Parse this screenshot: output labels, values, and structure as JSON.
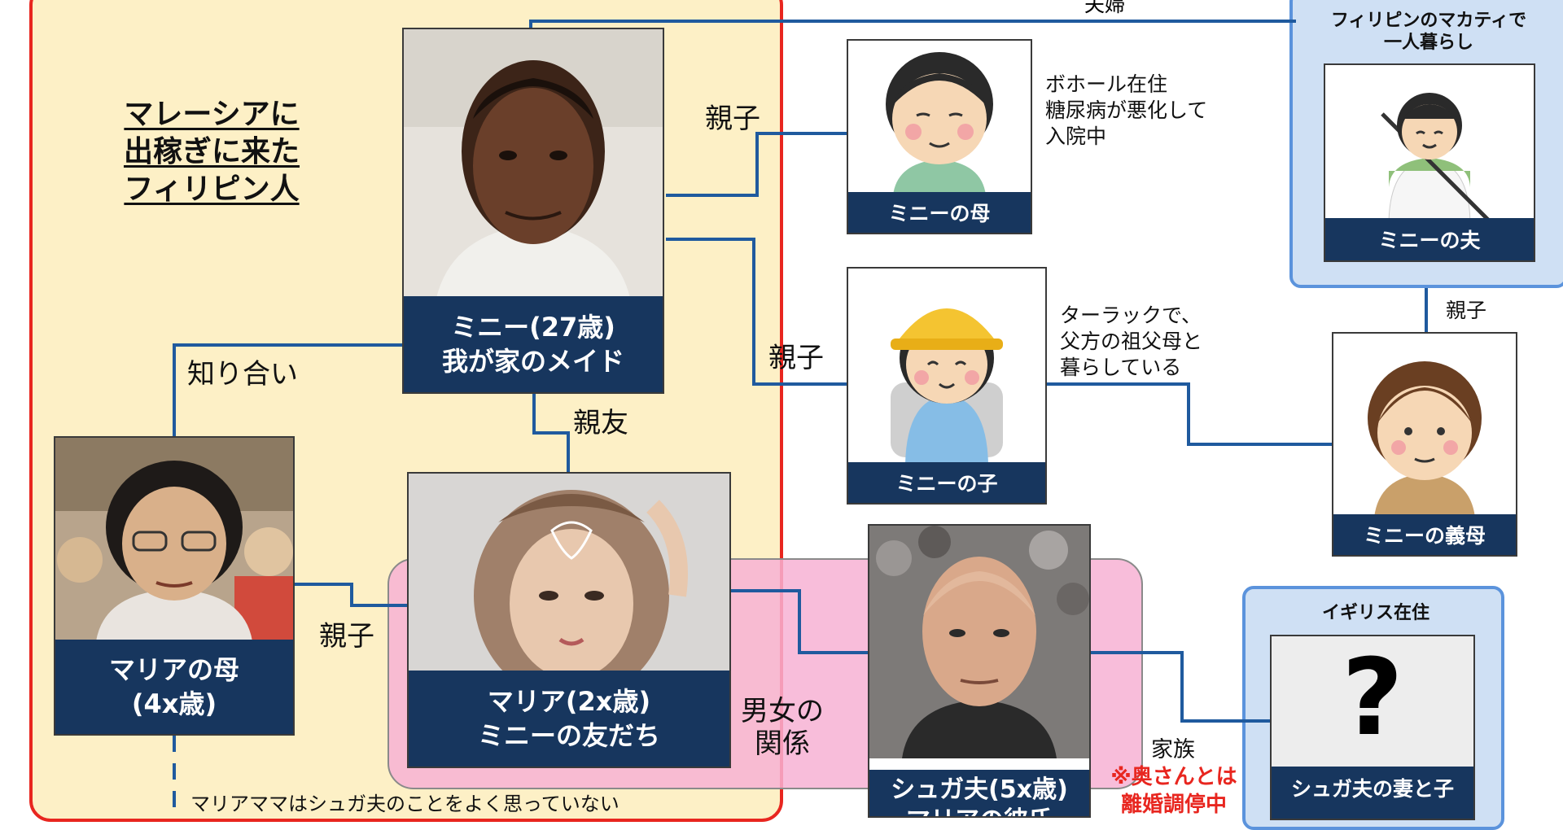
{
  "title": {
    "line1": "マレーシアに",
    "line2": "出稼ぎに来た",
    "line3": "フィリピン人"
  },
  "regions": {
    "philippines_header": {
      "line1": "フィリピンのマカティで",
      "line2": "一人暮らし"
    },
    "uk_header": "イギリス在住"
  },
  "people": {
    "minnie": {
      "line1": "ミニー(27歳)",
      "line2": "我が家のメイド"
    },
    "minnie_mother": {
      "line1": "ミニーの母"
    },
    "minnie_child": {
      "line1": "ミニーの子"
    },
    "minnie_husband": {
      "line1": "ミニーの夫"
    },
    "minnie_mother_in_law": {
      "line1": "ミニーの義母"
    },
    "maria_mother": {
      "line1": "マリアの母",
      "line2": "(4x歳)"
    },
    "maria": {
      "line1": "マリア(2x歳)",
      "line2": "ミニーの友だち"
    },
    "sugar": {
      "line1": "シュガ夫(5x歳)",
      "line2": "マリアの彼氏"
    },
    "sugar_family": {
      "line1": "シュガ夫の妻と子",
      "symbol": "?"
    }
  },
  "relations": {
    "spouse": "夫婦",
    "parent_child_mother": "親子",
    "parent_child_child": "親子",
    "parent_child_husband": "親子",
    "acquaintance": "知り合い",
    "best_friend": "親友",
    "parent_child_maria": "親子",
    "romantic_line1": "男女の",
    "romantic_line2": "関係",
    "family": "家族"
  },
  "notes": {
    "mother_note": [
      "ボホール在住",
      "糖尿病が悪化して",
      "入院中"
    ],
    "child_note": [
      "ターラックで、",
      "父方の祖父母と",
      "暮らしている"
    ],
    "maria_mother_note": "マリアママはシュガ夫のことをよく思っていない",
    "divorce_note": [
      "※奥さんとは",
      "離婚調停中"
    ]
  },
  "colors": {
    "label_navy": "#17365e",
    "line_blue": "#1f5a9e",
    "region_red": "#e8261f",
    "region_yellow": "#fdf0c6",
    "region_pink": "#f7b2d4",
    "region_blue": "#cfe0f4"
  }
}
